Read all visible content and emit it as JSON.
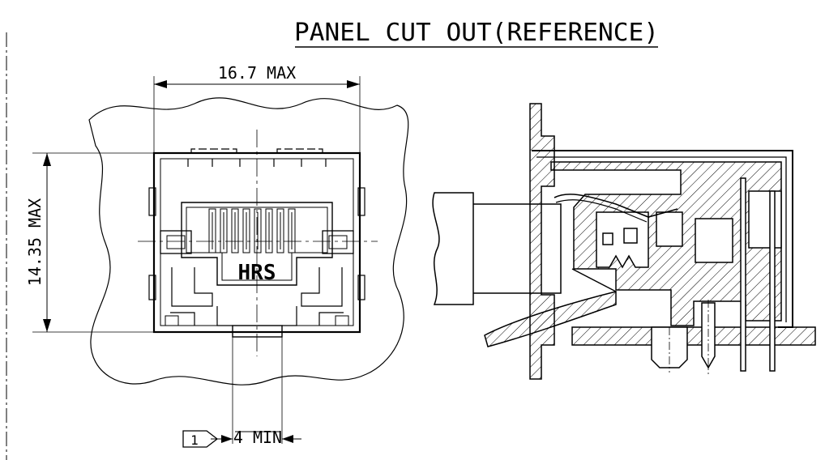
{
  "title": "PANEL CUT OUT(REFERENCE)",
  "dimensions": {
    "width": "16.7 MAX",
    "height": "14.35 MAX",
    "slot": "4 MIN"
  },
  "logo_text": "HRS",
  "note_flag": "1",
  "colors": {
    "line": "#000000",
    "background": "#ffffff"
  }
}
